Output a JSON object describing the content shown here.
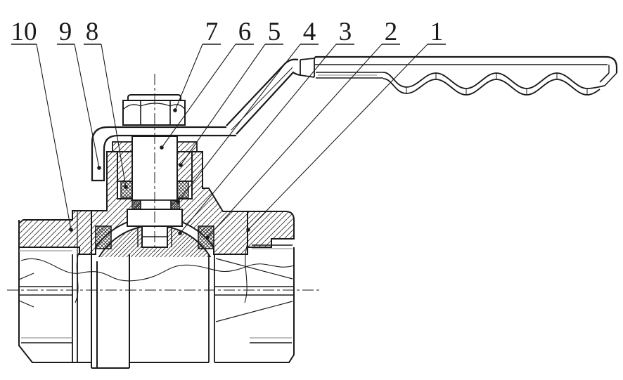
{
  "drawing": {
    "background": "#ffffff",
    "line_color": "#1a1a1a",
    "secondary_line_color": "#9b9b9b",
    "callouts": [
      {
        "label": "10"
      },
      {
        "label": "9"
      },
      {
        "label": "8"
      },
      {
        "label": "7"
      },
      {
        "label": "6"
      },
      {
        "label": "5"
      },
      {
        "label": "4"
      },
      {
        "label": "3"
      },
      {
        "label": "2"
      },
      {
        "label": "1"
      }
    ]
  }
}
